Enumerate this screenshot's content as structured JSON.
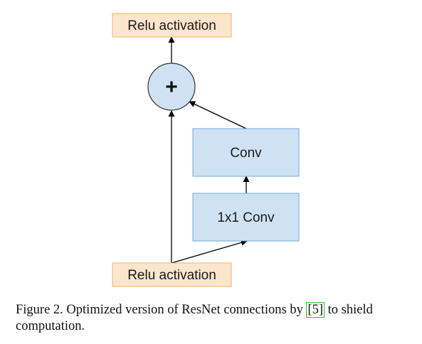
{
  "diagram": {
    "nodes": {
      "relu_top": {
        "label": "Relu activation",
        "fill": "#fce5cd",
        "stroke": "#f6b26b"
      },
      "add": {
        "label": "+",
        "fill": "#cfe2f3",
        "stroke": "#333333"
      },
      "conv": {
        "label": "Conv",
        "fill": "#cfe2f3",
        "stroke": "#6fa8dc"
      },
      "conv1x1": {
        "label": "1x1 Conv",
        "fill": "#cfe2f3",
        "stroke": "#6fa8dc"
      },
      "relu_bottom": {
        "label": "Relu activation",
        "fill": "#fce5cd",
        "stroke": "#f6b26b"
      }
    },
    "edges": [
      {
        "from": "relu_bottom",
        "to": "add"
      },
      {
        "from": "relu_bottom",
        "to": "conv1x1"
      },
      {
        "from": "conv1x1",
        "to": "conv"
      },
      {
        "from": "conv",
        "to": "add"
      },
      {
        "from": "add",
        "to": "relu_top"
      }
    ]
  },
  "caption": {
    "prefix": "Figure 2. Optimized version of ResNet connections by ",
    "ref": "[5]",
    "suffix": " to shield computation."
  }
}
